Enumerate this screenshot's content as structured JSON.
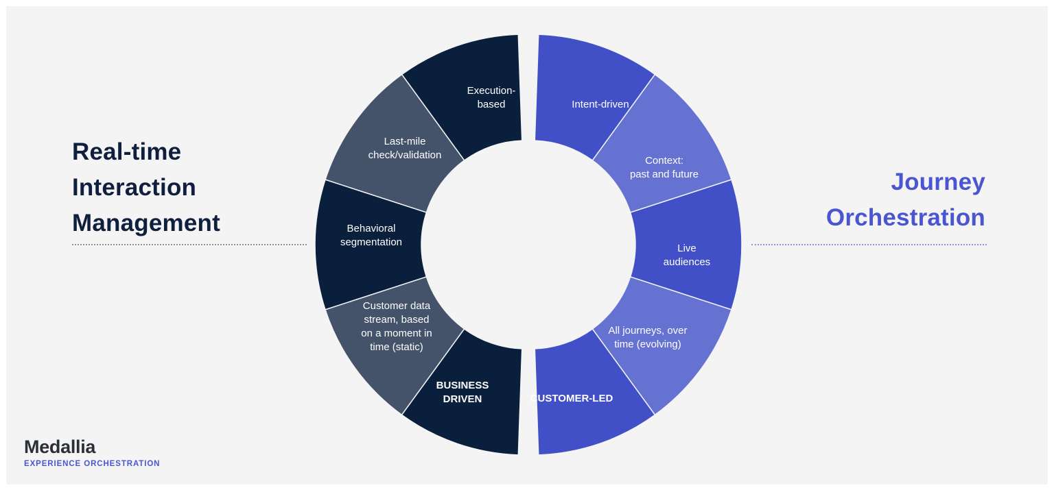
{
  "left_heading": {
    "lines": [
      "Real-time",
      "Interaction",
      "Management"
    ]
  },
  "right_heading": {
    "lines": [
      "Journey",
      "Orchestration"
    ]
  },
  "brand": {
    "name": "Medallia",
    "tagline": "EXPERIENCE ORCHESTRATION"
  },
  "colors": {
    "navy": "#0a1f3c",
    "slate": "#44536a",
    "indigo": "#4250c8",
    "periwinkle": "#6672d2",
    "background": "#f4f4f5",
    "left_heading": "#0f1f3d",
    "right_heading": "#4a55d2"
  },
  "wheel": {
    "left_segments": [
      {
        "label": [
          "Execution-",
          "based"
        ],
        "color": "navy",
        "bold": false
      },
      {
        "label": [
          "Last-mile",
          "check/validation"
        ],
        "color": "slate",
        "bold": false
      },
      {
        "label": [
          "Behavioral",
          "segmentation"
        ],
        "color": "navy",
        "bold": false
      },
      {
        "label": [
          "Customer data",
          "stream, based",
          "on a moment in",
          "time (static)"
        ],
        "color": "slate",
        "bold": false
      },
      {
        "label": [
          "BUSINESS",
          "DRIVEN"
        ],
        "color": "navy",
        "bold": true
      }
    ],
    "right_segments": [
      {
        "label": [
          "Intent-driven"
        ],
        "color": "indigo",
        "bold": false
      },
      {
        "label": [
          "Context:",
          "past and future"
        ],
        "color": "periwinkle",
        "bold": false
      },
      {
        "label": [
          "Live",
          "audiences"
        ],
        "color": "indigo",
        "bold": false
      },
      {
        "label": [
          "All journeys, over",
          "time (evolving)"
        ],
        "color": "periwinkle",
        "bold": false
      },
      {
        "label": [
          "CUSTOMER-LED"
        ],
        "color": "indigo",
        "bold": true
      }
    ]
  }
}
